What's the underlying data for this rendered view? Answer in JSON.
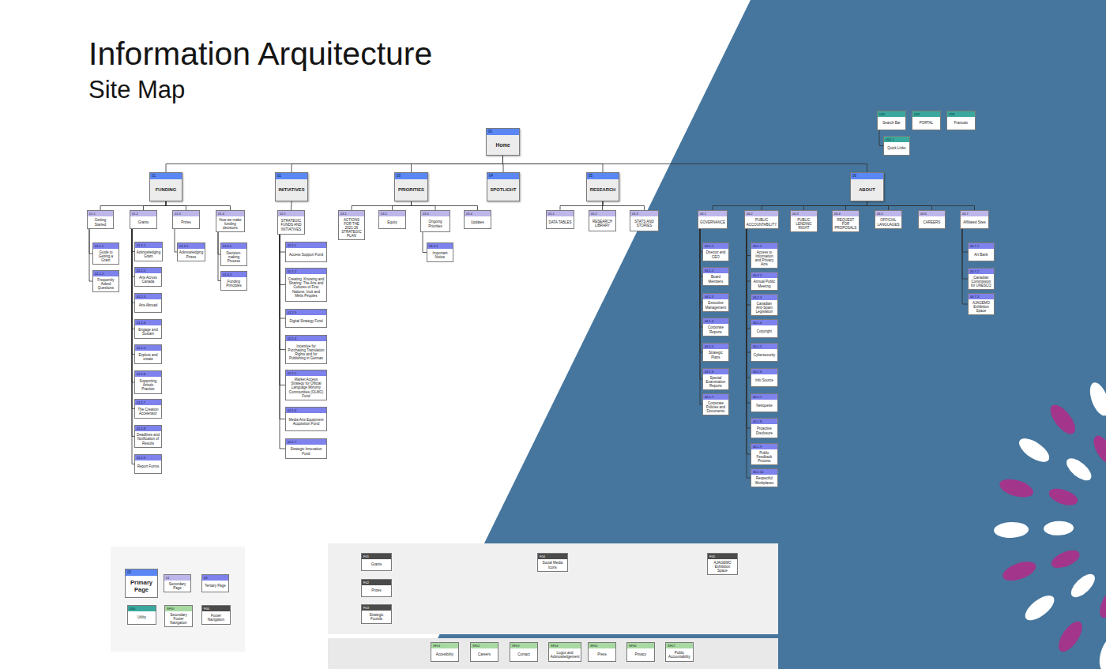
{
  "diagram": {
    "title": "Information Arquitecture",
    "nodes": [
      {
        "text": [
          "00",
          "Home"
        ]
      },
      {
        "text": [
          "01",
          "FUNDING"
        ]
      },
      {
        "text": [
          "02",
          "INITIATIVES"
        ]
      },
      {
        "text": [
          "03",
          "PRIORITIES"
        ]
      },
      {
        "text": [
          "04",
          "SPOTLIGHT"
        ]
      },
      {
        "text": [
          "05",
          "RESEARCH"
        ]
      },
      {
        "text": [
          "06",
          "ABOUT"
        ]
      },
      {
        "text": [
          "U01",
          "Search Bar"
        ]
      },
      {
        "text": [
          "U02",
          "PORTAL"
        ]
      },
      {
        "text": [
          "U03",
          "Francais"
        ]
      },
      {
        "text": [
          "U01.1",
          "Quick Links"
        ]
      },
      {
        "text": [
          "01.1",
          "Getting Started"
        ]
      },
      {
        "text": [
          "01.2",
          "Grants"
        ]
      },
      {
        "text": [
          "01.3",
          "Prizes"
        ]
      },
      {
        "text": [
          "01.4",
          "How we make funding decisions"
        ]
      },
      {
        "text": [
          "01.1.1",
          "Guide to Getting a Grant"
        ]
      },
      {
        "text": [
          "01.1.2",
          "Frequently Asked Questions"
        ]
      },
      {
        "text": [
          "01.2.1",
          "Acknowledging Grant"
        ]
      },
      {
        "text": [
          "01.2.2",
          "Arts Across Canada"
        ]
      },
      {
        "text": [
          "01.2.3",
          "Arts Abroad"
        ]
      },
      {
        "text": [
          "01.2.4",
          "Engage and Sustain"
        ]
      },
      {
        "text": [
          "01.2.5",
          "Explore and create"
        ]
      },
      {
        "text": [
          "01.2.6",
          "Supporting Artistic Practice"
        ]
      },
      {
        "text": [
          "01.2.7",
          "The Creation Accelerator"
        ]
      },
      {
        "text": [
          "01.2.8",
          "Deadlines and Notification of Results"
        ]
      },
      {
        "text": [
          "01.2.9",
          "Report Forms"
        ]
      },
      {
        "text": [
          "01.3.1",
          "Acknowledging Prizes"
        ]
      },
      {
        "text": [
          "01.4.1",
          "Decision-making Process"
        ]
      },
      {
        "text": [
          "01.4.2",
          "Funding Principles"
        ]
      },
      {
        "text": [
          "02.1",
          "STRATEGIC FUNDS AND INITIATIVES"
        ]
      },
      {
        "text": [
          "02.1.1",
          "Access Support Fund"
        ]
      },
      {
        "text": [
          "02.1.2",
          "Creating, Knowing and Sharing: The Arts and Cultures of First Nations, Inuit and Métis Peoples"
        ]
      },
      {
        "text": [
          "02.1.3",
          "Digital Strategy Fund"
        ]
      },
      {
        "text": [
          "02.1.4",
          "Incentive for Purchasing Translation Rights and for Publishing in German"
        ]
      },
      {
        "text": [
          "02.1.5",
          "Market Access Strategy for Official Language Minority Communities (OLMC) Fund"
        ]
      },
      {
        "text": [
          "02.1.6",
          "Media Arts Equipment Acquisition Fund"
        ]
      },
      {
        "text": [
          "02.1.7",
          "Strategic Innovation Fund"
        ]
      },
      {
        "text": [
          "03.1",
          "ACTIONS FOR THE 2021-26 STRATEGIC PLAN"
        ]
      },
      {
        "text": [
          "03.2",
          "Equity"
        ]
      },
      {
        "text": [
          "03.3",
          "Ongoing Priorities"
        ]
      },
      {
        "text": [
          "03.4",
          "Updates"
        ]
      },
      {
        "text": [
          "03.3.1",
          "Important Notice"
        ]
      },
      {
        "text": [
          "05.1",
          "DATA TABLES"
        ]
      },
      {
        "text": [
          "05.2",
          "RESEARCH LIBRARY"
        ]
      },
      {
        "text": [
          "05.3",
          "STATS AND STORIES"
        ]
      },
      {
        "text": [
          "06.1",
          "GOVERNANCE"
        ]
      },
      {
        "text": [
          "06.2",
          "PUBLIC ACCOUNTABILITY"
        ]
      },
      {
        "text": [
          "06.3",
          "PUBLIC LENDING RIGHT"
        ]
      },
      {
        "text": [
          "06.4",
          "REQUEST FOR PROPOSALS"
        ]
      },
      {
        "text": [
          "06.5",
          "OFFICIAL LANGUAGES"
        ]
      },
      {
        "text": [
          "06.6",
          "CAREERS"
        ]
      },
      {
        "text": [
          "06.7",
          "Affiliated Sites"
        ]
      },
      {
        "text": [
          "06.1.1",
          "Director and CEO"
        ]
      },
      {
        "text": [
          "06.1.2",
          "Board Members"
        ]
      },
      {
        "text": [
          "06.1.3",
          "Executive Management"
        ]
      },
      {
        "text": [
          "06.1.4",
          "Corporate Reports"
        ]
      },
      {
        "text": [
          "06.1.5",
          "Strategic Plans"
        ]
      },
      {
        "text": [
          "06.1.6",
          "Special Examination Reports"
        ]
      },
      {
        "text": [
          "06.1.7",
          "Corporate Policies and Documents"
        ]
      },
      {
        "text": [
          "06.2.1",
          "Access to Information and Privacy Acts"
        ]
      },
      {
        "text": [
          "06.2.2",
          "Annual Public Meeting"
        ]
      },
      {
        "text": [
          "06.2.3",
          "Canadian Anti-Spam Legislation"
        ]
      },
      {
        "text": [
          "06.2.4",
          "Copyright"
        ]
      },
      {
        "text": [
          "06.2.5",
          "Cybersecurity"
        ]
      },
      {
        "text": [
          "06.2.6",
          "Info Source"
        ]
      },
      {
        "text": [
          "06.2.7",
          "Netiquette"
        ]
      },
      {
        "text": [
          "06.2.8",
          "Proactive Disclosure"
        ]
      },
      {
        "text": [
          "06.2.9",
          "Public Feedback Process"
        ]
      },
      {
        "text": [
          "06.2.10",
          "Respectful Workplaces"
        ]
      },
      {
        "text": [
          "06.7.1",
          "Art Bank"
        ]
      },
      {
        "text": [
          "06.7.2",
          "Canadian Commission for UNESCO"
        ]
      },
      {
        "text": [
          "06.7.3",
          "AJAGEMO Exhibition Space"
        ]
      },
      {
        "text": [
          "00",
          "Primary Page"
        ]
      },
      {
        "text": [
          "01",
          "Secondary Page"
        ]
      },
      {
        "text": [
          "03",
          "Tertiary Page"
        ]
      },
      {
        "text": [
          "U00",
          "Utility"
        ]
      },
      {
        "text": [
          "SF00",
          "Secondary Footer Navigation"
        ]
      },
      {
        "text": [
          "F00",
          "Footer Navigation"
        ]
      },
      {
        "text": [
          "F01",
          "Grants"
        ]
      },
      {
        "text": [
          "F02",
          "Prizes"
        ]
      },
      {
        "text": [
          "F03",
          "Strategic Founds"
        ]
      },
      {
        "text": [
          "F04",
          "Social Media Icons"
        ]
      },
      {
        "text": [
          "F05",
          "AJAGEMO Exhibition Space"
        ]
      },
      {
        "text": [
          "SF01",
          "Accesibility"
        ]
      },
      {
        "text": [
          "SF02",
          "Careers"
        ]
      },
      {
        "text": [
          "SF03",
          "Contact"
        ]
      },
      {
        "text": [
          "SF04",
          "Logos and Acknowledgement"
        ]
      },
      {
        "text": [
          "SF05",
          "Press"
        ]
      },
      {
        "text": [
          "SF06",
          "Privacy"
        ]
      },
      {
        "text": [
          "SF07",
          "Public Accountability"
        ]
      }
    ],
    "edges": [
      {
        "from": 0,
        "to": 1,
        "arrow": "none"
      },
      {
        "from": 0,
        "to": 2,
        "arrow": "none"
      },
      {
        "from": 0,
        "to": 3,
        "arrow": "none"
      },
      {
        "from": 0,
        "to": 4,
        "arrow": "none"
      },
      {
        "from": 0,
        "to": 5,
        "arrow": "none"
      },
      {
        "from": 0,
        "to": 6,
        "arrow": "none"
      },
      {
        "from": 7,
        "to": 10,
        "arrow": "none"
      },
      {
        "from": 1,
        "to": 11,
        "arrow": "none"
      },
      {
        "from": 1,
        "to": 12,
        "arrow": "none"
      },
      {
        "from": 1,
        "to": 13,
        "arrow": "none"
      },
      {
        "from": 1,
        "to": 14,
        "arrow": "none"
      },
      {
        "from": 11,
        "to": 15,
        "arrow": "none"
      },
      {
        "from": 11,
        "to": 16,
        "arrow": "none"
      },
      {
        "from": 12,
        "to": 17,
        "arrow": "none"
      },
      {
        "from": 12,
        "to": 18,
        "arrow": "none"
      },
      {
        "from": 12,
        "to": 19,
        "arrow": "none"
      },
      {
        "from": 12,
        "to": 20,
        "arrow": "none"
      },
      {
        "from": 12,
        "to": 21,
        "arrow": "none"
      },
      {
        "from": 12,
        "to": 22,
        "arrow": "none"
      },
      {
        "from": 12,
        "to": 23,
        "arrow": "none"
      },
      {
        "from": 12,
        "to": 24,
        "arrow": "none"
      },
      {
        "from": 12,
        "to": 25,
        "arrow": "none"
      },
      {
        "from": 13,
        "to": 26,
        "arrow": "none"
      },
      {
        "from": 14,
        "to": 27,
        "arrow": "none"
      },
      {
        "from": 14,
        "to": 28,
        "arrow": "none"
      },
      {
        "from": 2,
        "to": 29,
        "arrow": "none"
      },
      {
        "from": 29,
        "to": 30,
        "arrow": "none"
      },
      {
        "from": 29,
        "to": 31,
        "arrow": "none"
      },
      {
        "from": 29,
        "to": 32,
        "arrow": "none"
      },
      {
        "from": 29,
        "to": 33,
        "arrow": "none"
      },
      {
        "from": 29,
        "to": 34,
        "arrow": "none"
      },
      {
        "from": 29,
        "to": 35,
        "arrow": "none"
      },
      {
        "from": 29,
        "to": 36,
        "arrow": "none"
      },
      {
        "from": 3,
        "to": 37,
        "arrow": "none"
      },
      {
        "from": 3,
        "to": 38,
        "arrow": "none"
      },
      {
        "from": 3,
        "to": 39,
        "arrow": "none"
      },
      {
        "from": 3,
        "to": 40,
        "arrow": "none"
      },
      {
        "from": 39,
        "to": 41,
        "arrow": "none"
      },
      {
        "from": 5,
        "to": 42,
        "arrow": "none"
      },
      {
        "from": 5,
        "to": 43,
        "arrow": "none"
      },
      {
        "from": 5,
        "to": 44,
        "arrow": "none"
      },
      {
        "from": 6,
        "to": 45,
        "arrow": "none"
      },
      {
        "from": 6,
        "to": 46,
        "arrow": "none"
      },
      {
        "from": 6,
        "to": 47,
        "arrow": "none"
      },
      {
        "from": 6,
        "to": 48,
        "arrow": "none"
      },
      {
        "from": 6,
        "to": 49,
        "arrow": "none"
      },
      {
        "from": 6,
        "to": 50,
        "arrow": "none"
      },
      {
        "from": 6,
        "to": 51,
        "arrow": "none"
      },
      {
        "from": 45,
        "to": 52,
        "arrow": "none"
      },
      {
        "from": 45,
        "to": 53,
        "arrow": "none"
      },
      {
        "from": 45,
        "to": 54,
        "arrow": "none"
      },
      {
        "from": 45,
        "to": 55,
        "arrow": "none"
      },
      {
        "from": 45,
        "to": 56,
        "arrow": "none"
      },
      {
        "from": 45,
        "to": 57,
        "arrow": "none"
      },
      {
        "from": 45,
        "to": 58,
        "arrow": "none"
      },
      {
        "from": 46,
        "to": 59,
        "arrow": "none"
      },
      {
        "from": 46,
        "to": 60,
        "arrow": "none"
      },
      {
        "from": 46,
        "to": 61,
        "arrow": "none"
      },
      {
        "from": 46,
        "to": 62,
        "arrow": "none"
      },
      {
        "from": 46,
        "to": 63,
        "arrow": "none"
      },
      {
        "from": 46,
        "to": 64,
        "arrow": "none"
      },
      {
        "from": 46,
        "to": 65,
        "arrow": "none"
      },
      {
        "from": 46,
        "to": 66,
        "arrow": "none"
      },
      {
        "from": 46,
        "to": 67,
        "arrow": "none"
      },
      {
        "from": 46,
        "to": 68,
        "arrow": "none"
      },
      {
        "from": 51,
        "to": 69,
        "arrow": "none"
      },
      {
        "from": 51,
        "to": 70,
        "arrow": "none"
      },
      {
        "from": 51,
        "to": 71,
        "arrow": "none"
      }
    ],
    "labels": [
      "Site Map"
    ]
  }
}
